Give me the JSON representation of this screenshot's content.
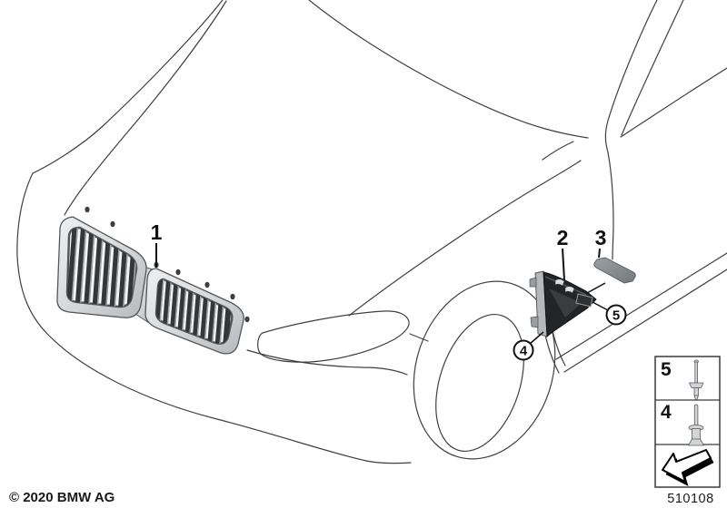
{
  "diagram": {
    "title_implicit": "BMW front ornamental grille / side trim parts diagram",
    "footer": {
      "copyright": "© 2020 BMW AG",
      "diagram_number": "510108"
    },
    "callouts": {
      "c1": "1",
      "c2": "2",
      "c3": "3",
      "c4": "4",
      "c5": "5"
    },
    "parts": {
      "p1": "kidney-grille",
      "p2": "fender-side-trim",
      "p3": "trim-blade-insert",
      "p4": "blind-rivet-fastener",
      "p5": "expanding-pin-rivet-fastener"
    },
    "legend": {
      "row1_label": "5",
      "row1_icon": "expanding-pin-rivet-icon",
      "row2_label": "4",
      "row2_icon": "blind-rivet-icon",
      "row3_icon": "direction-of-travel-arrow-icon"
    },
    "colors": {
      "background": "#ffffff",
      "body_line": "#3f3f3f",
      "callout_ink": "#111111",
      "part_dark": "#222527",
      "blade_gray": "#8a8e91",
      "frame_silver_light": "#eef0f1",
      "frame_silver_dark": "#b6b9bc",
      "slat_dark": "#34373a",
      "fastener_gray": "#d2d4d6"
    }
  }
}
